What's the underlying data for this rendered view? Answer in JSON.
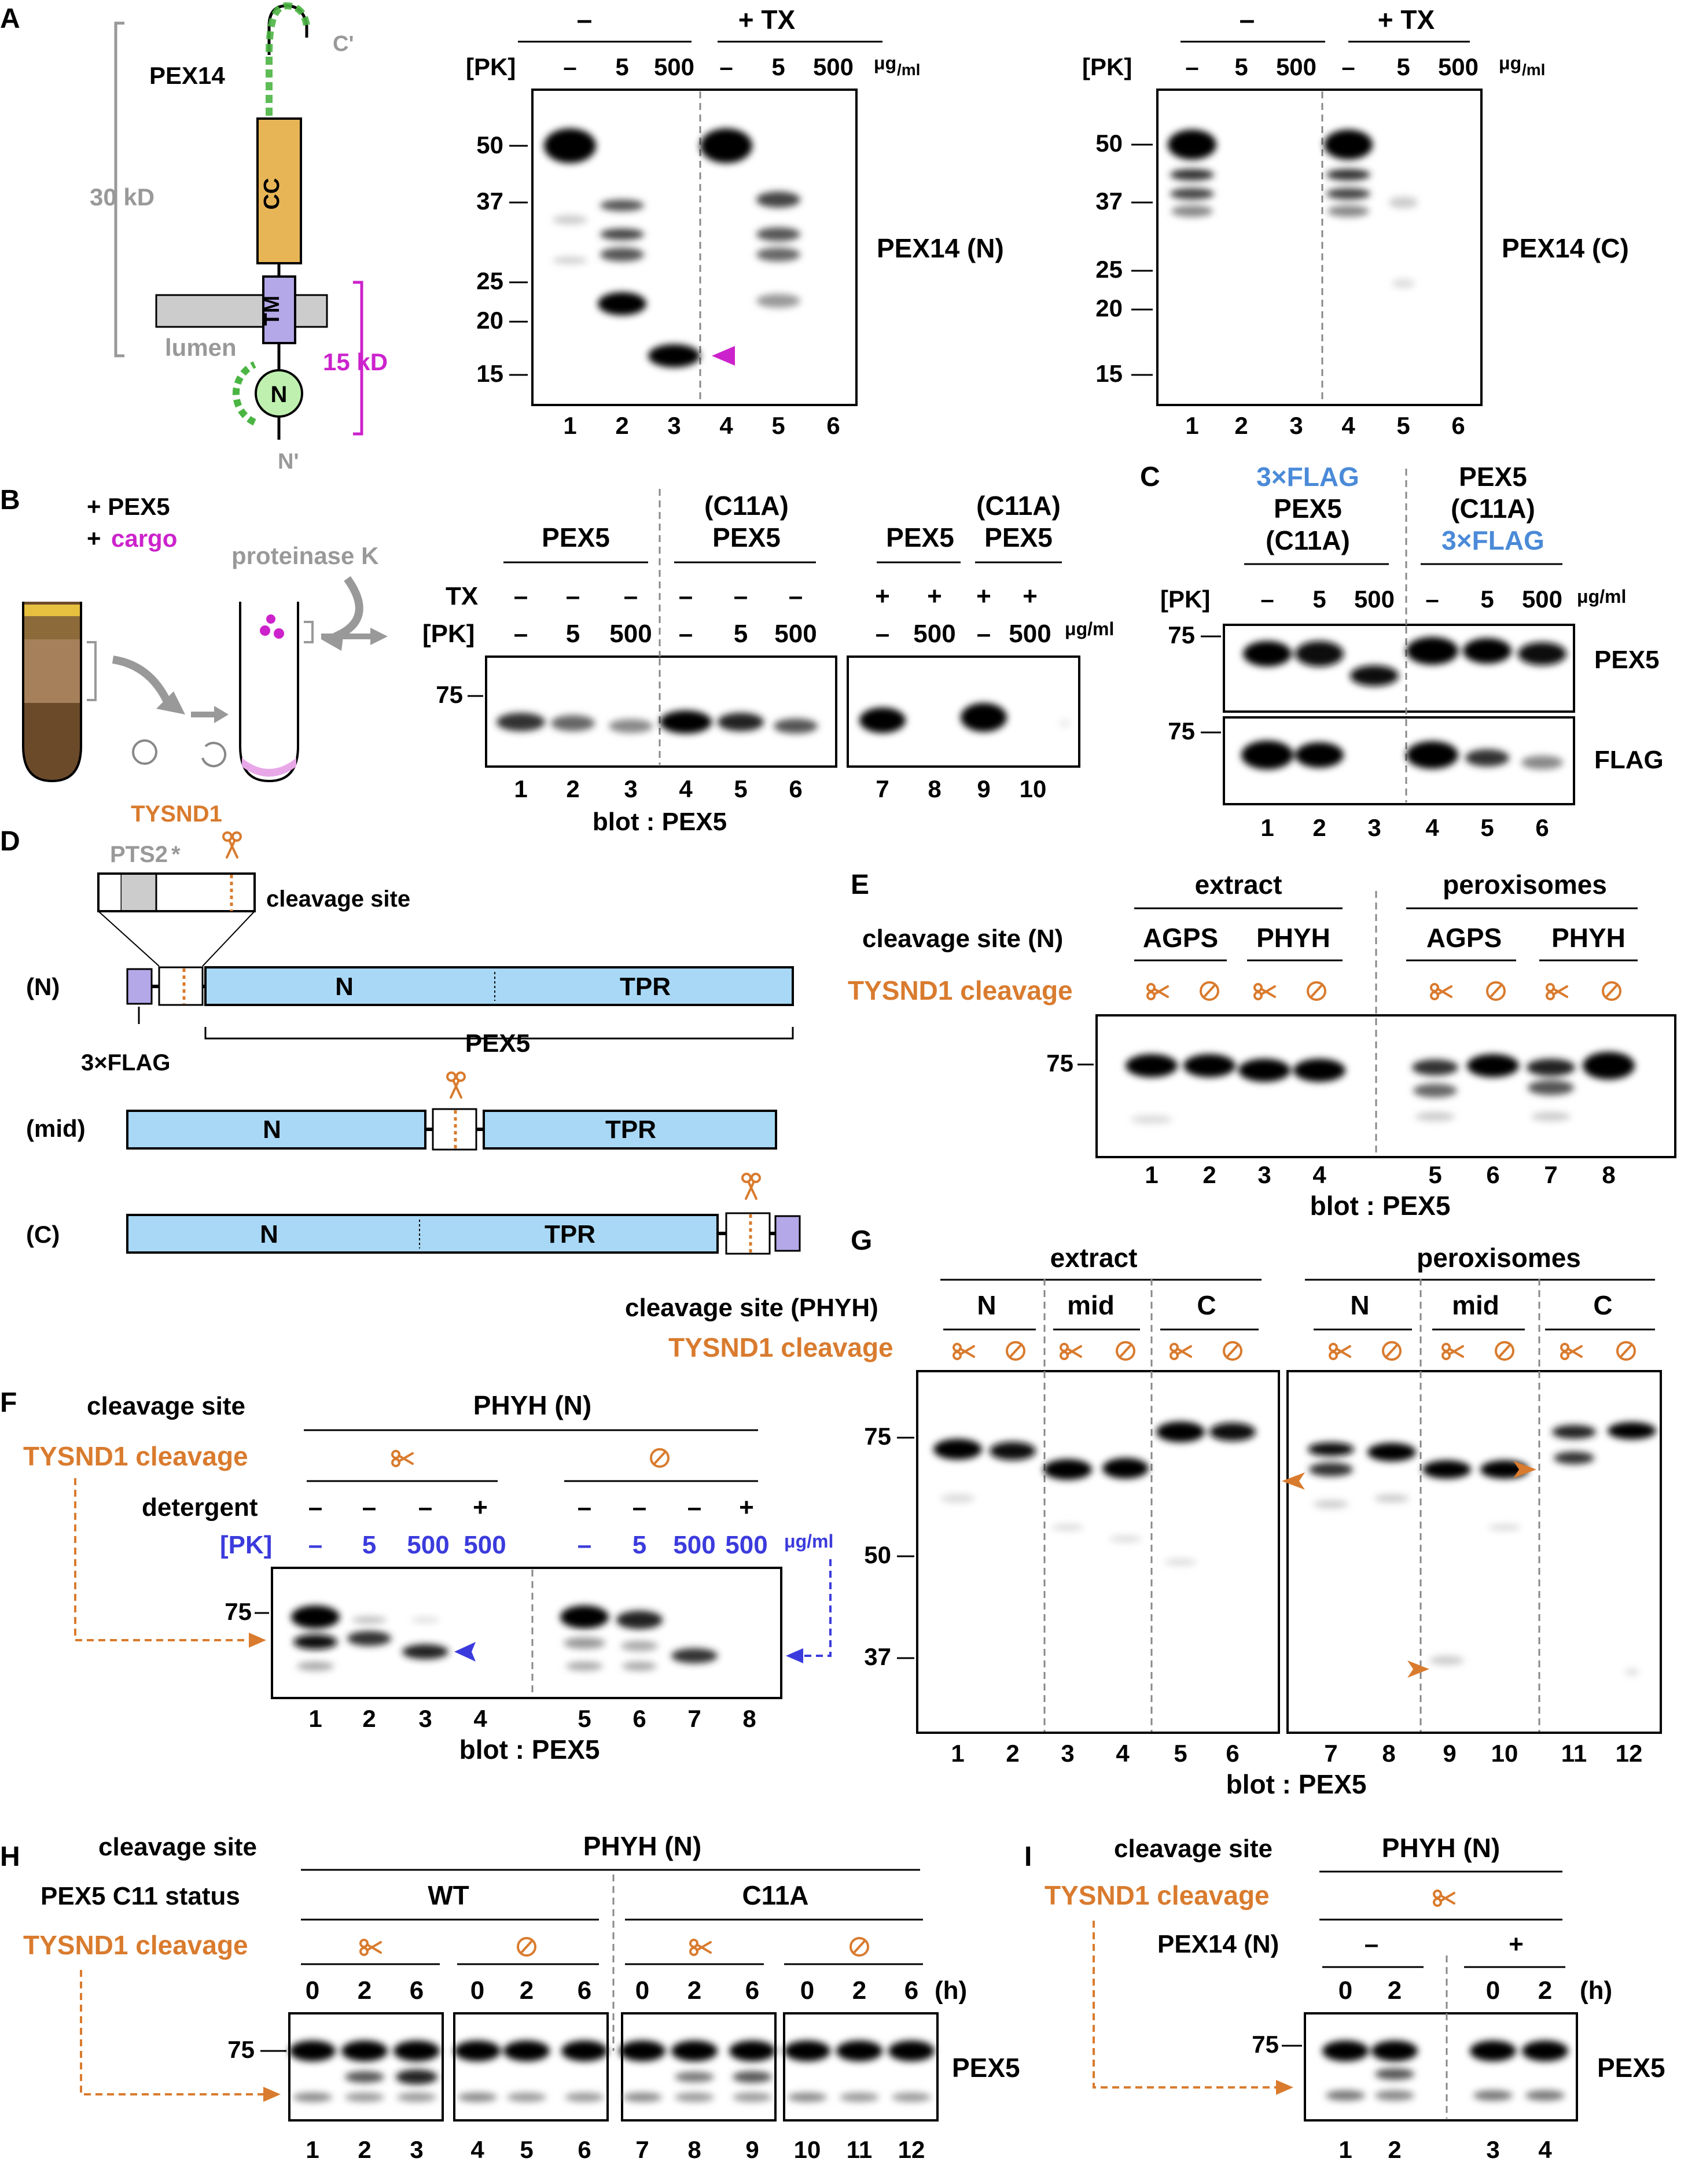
{
  "panels": [
    "A",
    "B",
    "C",
    "D",
    "E",
    "F",
    "G",
    "H",
    "I"
  ],
  "colors": {
    "orange": "#d97b2e",
    "magenta": "#cc22cc",
    "blue": "#3b3bdd",
    "flagblue": "#4a8ad8",
    "green": "#4bb543",
    "gray": "#999999",
    "cc": "#e8b556",
    "tm": "#b4a8e8",
    "nball": "#bff0b0",
    "pex5": "#a8d8f5"
  },
  "A": {
    "protein": "PEX14",
    "mw": "30 kD",
    "frag_mw": "15 kD",
    "domain_cc": "CC",
    "domain_tm": "TM",
    "domain_n": "N",
    "c_term": "C'",
    "n_term": "N'",
    "lumen": "lumen",
    "cond_minus": "–",
    "cond_tx": "+ TX",
    "pk_label": "[PK]",
    "pk_values": [
      "–",
      "5",
      "500",
      "–",
      "5",
      "500"
    ],
    "unit_mu": "μg",
    "unit_ml": "/ml",
    "blot1_title": "PEX14 (N)",
    "blot2_title": "PEX14 (C)",
    "markers1": [
      "50",
      "37",
      "25",
      "20",
      "15"
    ],
    "markers2": [
      "50",
      "37",
      "25",
      "20",
      "15"
    ],
    "lanes": [
      "1",
      "2",
      "3",
      "4",
      "5",
      "6"
    ]
  },
  "B": {
    "add_pex5": "+ PEX5",
    "add_plus": "+",
    "add_cargo": "cargo",
    "pk_text": "proteinase K",
    "group1": "PEX5",
    "group2_top": "(C11A)",
    "group2_bot": "PEX5",
    "group3": "PEX5",
    "group4_top": "(C11A)",
    "group4_bot": "PEX5",
    "tx_label": "TX",
    "pk_label": "[PK]",
    "tx_row": [
      "–",
      "–",
      "–",
      "–",
      "–",
      "–",
      "+",
      "+",
      "+",
      "+"
    ],
    "pk_row": [
      "–",
      "5",
      "500",
      "–",
      "5",
      "500",
      "–",
      "500",
      "–",
      "500"
    ],
    "unit": "μg/ml",
    "marker": "75",
    "lanes": [
      "1",
      "2",
      "3",
      "4",
      "5",
      "6",
      "7",
      "8",
      "9",
      "10"
    ],
    "blot_label": "blot : PEX5"
  },
  "C": {
    "g1_l1": "3×FLAG",
    "g1_l2": "PEX5",
    "g1_l3": "(C11A)",
    "g2_l1": "PEX5",
    "g2_l2": "(C11A)",
    "g2_l3": "3×FLAG",
    "pk_label": "[PK]",
    "pk_values": [
      "–",
      "5",
      "500",
      "–",
      "5",
      "500"
    ],
    "unit": "μg/ml",
    "marker1": "75",
    "marker2": "75",
    "blot1": "PEX5",
    "blot2": "FLAG",
    "lanes": [
      "1",
      "2",
      "3",
      "4",
      "5",
      "6"
    ]
  },
  "D": {
    "enzyme": "TYSND1",
    "pts2": "PTS2",
    "cleavage_site": "cleavage site",
    "row_n": "(N)",
    "row_mid": "(mid)",
    "row_c": "(C)",
    "domain_n": "N",
    "domain_tpr": "TPR",
    "pex5": "PEX5",
    "flag": "3×FLAG"
  },
  "E": {
    "group1": "extract",
    "group2": "peroxisomes",
    "site_label": "cleavage site (N)",
    "sites": [
      "AGPS",
      "PHYH",
      "AGPS",
      "PHYH"
    ],
    "cleave_label": "TYSND1 cleavage",
    "marker": "75",
    "lanes": [
      "1",
      "2",
      "3",
      "4",
      "5",
      "6",
      "7",
      "8"
    ],
    "blot_label": "blot : PEX5"
  },
  "F": {
    "site_label": "cleavage site",
    "site": "PHYH (N)",
    "cleave_label": "TYSND1 cleavage",
    "det_label": "detergent",
    "det_row": [
      "–",
      "–",
      "–",
      "+",
      "–",
      "–",
      "–",
      "+"
    ],
    "pk_label": "[PK]",
    "pk_row": [
      "–",
      "5",
      "500",
      "500",
      "–",
      "5",
      "500",
      "500"
    ],
    "unit": "μg/ml",
    "marker": "75",
    "lanes": [
      "1",
      "2",
      "3",
      "4",
      "5",
      "6",
      "7",
      "8"
    ],
    "blot_label": "blot : PEX5"
  },
  "G": {
    "group1": "extract",
    "group2": "peroxisomes",
    "site_label": "cleavage site (PHYH)",
    "sites": [
      "N",
      "mid",
      "C",
      "N",
      "mid",
      "C"
    ],
    "cleave_label": "TYSND1 cleavage",
    "markers": [
      "75",
      "50",
      "37"
    ],
    "lanes": [
      "1",
      "2",
      "3",
      "4",
      "5",
      "6",
      "7",
      "8",
      "9",
      "10",
      "11",
      "12"
    ],
    "blot_label": "blot : PEX5"
  },
  "H": {
    "site_label": "cleavage site",
    "site": "PHYH (N)",
    "status_label": "PEX5 C11 status",
    "wt": "WT",
    "c11a": "C11A",
    "cleave_label": "TYSND1 cleavage",
    "times": [
      "0",
      "2",
      "6",
      "0",
      "2",
      "6",
      "0",
      "2",
      "6",
      "0",
      "2",
      "6"
    ],
    "unit": "(h)",
    "marker": "75",
    "blot": "PEX5",
    "lanes": [
      "1",
      "2",
      "3",
      "4",
      "5",
      "6",
      "7",
      "8",
      "9",
      "10",
      "11",
      "12"
    ]
  },
  "I": {
    "site_label": "cleavage site",
    "site": "PHYH (N)",
    "cleave_label": "TYSND1 cleavage",
    "pex14_label": "PEX14 (N)",
    "minus": "–",
    "plus": "+",
    "times": [
      "0",
      "2",
      "0",
      "2"
    ],
    "unit": "(h)",
    "marker": "75",
    "blot": "PEX5",
    "lanes": [
      "1",
      "2",
      "3",
      "4"
    ]
  }
}
